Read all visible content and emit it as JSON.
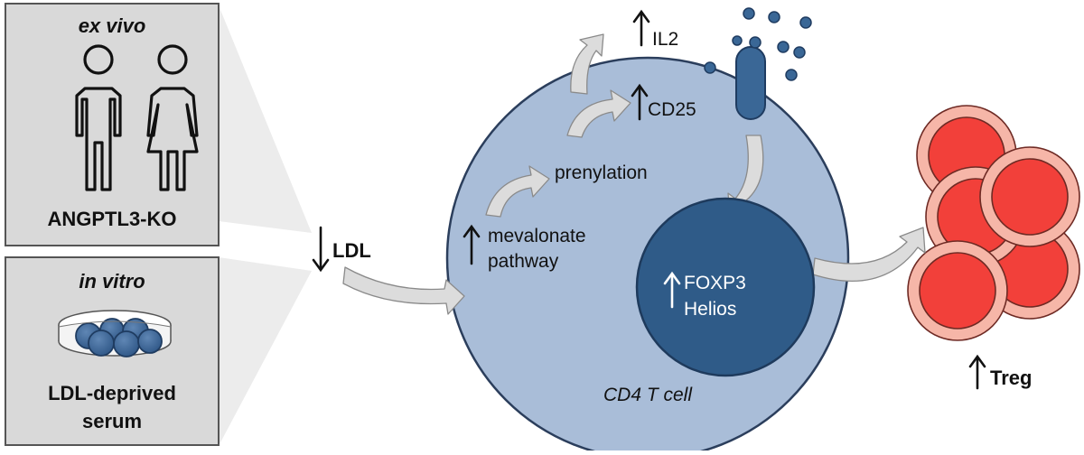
{
  "panels": {
    "ex_vivo": {
      "title": "ex vivo",
      "caption": "ANGPTL3-KO",
      "icons": [
        "male-person-icon",
        "female-person-icon"
      ]
    },
    "in_vitro": {
      "title": "in vitro",
      "caption_line1": "LDL-deprived",
      "caption_line2": "serum",
      "icons": [
        "petri-dish-icon"
      ]
    }
  },
  "pathway": {
    "ldl": "LDL",
    "mevalonate_line1": "mevalonate",
    "mevalonate_line2": "pathway",
    "prenylation": "prenylation",
    "cd25": "CD25",
    "il2": "IL2",
    "nucleus_line1": "FOXP3",
    "nucleus_line2": "Helios",
    "cell_label": "CD4 T cell",
    "treg": "Treg"
  },
  "colors": {
    "panel_bg": "#d9d9d9",
    "panel_border": "#555555",
    "cell_fill": "#a9bdd8",
    "cell_stroke": "#2b3e5c",
    "nucleus_fill": "#2f5b88",
    "receptor_fill": "#3a6796",
    "il2_dot": "#3a6796",
    "arrow_fill": "#dcdcdc",
    "treg_outer": "#f6b6a8",
    "treg_inner": "#f2403a"
  }
}
